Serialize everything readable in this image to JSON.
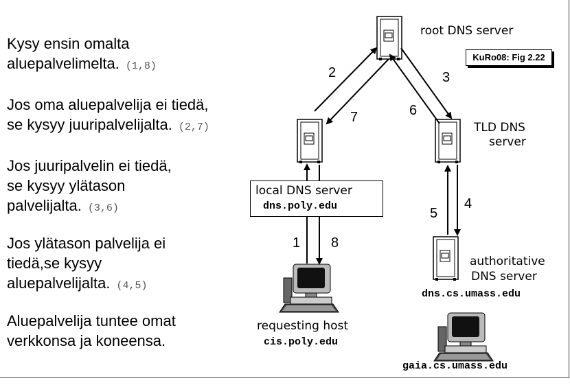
{
  "bullets": [
    {
      "lines": [
        "Kysy ensin omalta",
        "aluepalvelimelta."
      ],
      "code": " (1,8)"
    },
    {
      "lines": [
        "Jos oma aluepalvelija ei tiedä,",
        "se kysyy juuripalvelijalta."
      ],
      "code": " (2,7)"
    },
    {
      "lines": [
        "Jos juuripalvelin ei tiedä,",
        "se kysyy ylätason",
        "palvelijalta."
      ],
      "code": " (3,6)"
    },
    {
      "lines": [
        "Jos ylätason palvelija ei",
        "tiedä,se kysyy",
        "aluepalvelijalta."
      ],
      "code": " (4,5)"
    },
    {
      "lines": [
        "Aluepalvelija tuntee omat",
        "verkkonsa ja koneensa."
      ],
      "code": ""
    }
  ],
  "figure_ref": "KuRo08: Fig 2.22",
  "nodes": {
    "root": {
      "label": "root DNS server"
    },
    "tld": {
      "label_line1": "TLD DNS",
      "label_line2": "server"
    },
    "local": {
      "label": "local DNS server",
      "host": "dns.poly.edu"
    },
    "authoritative": {
      "label_line1": "authoritative",
      "label_line2": "DNS server",
      "host": "dns.cs.umass.edu"
    },
    "requesting": {
      "label": "requesting host",
      "host": "cis.poly.edu"
    },
    "gaia": {
      "host": "gaia.cs.umass.edu"
    }
  },
  "steps": [
    "1",
    "2",
    "3",
    "4",
    "5",
    "6",
    "7",
    "8"
  ]
}
